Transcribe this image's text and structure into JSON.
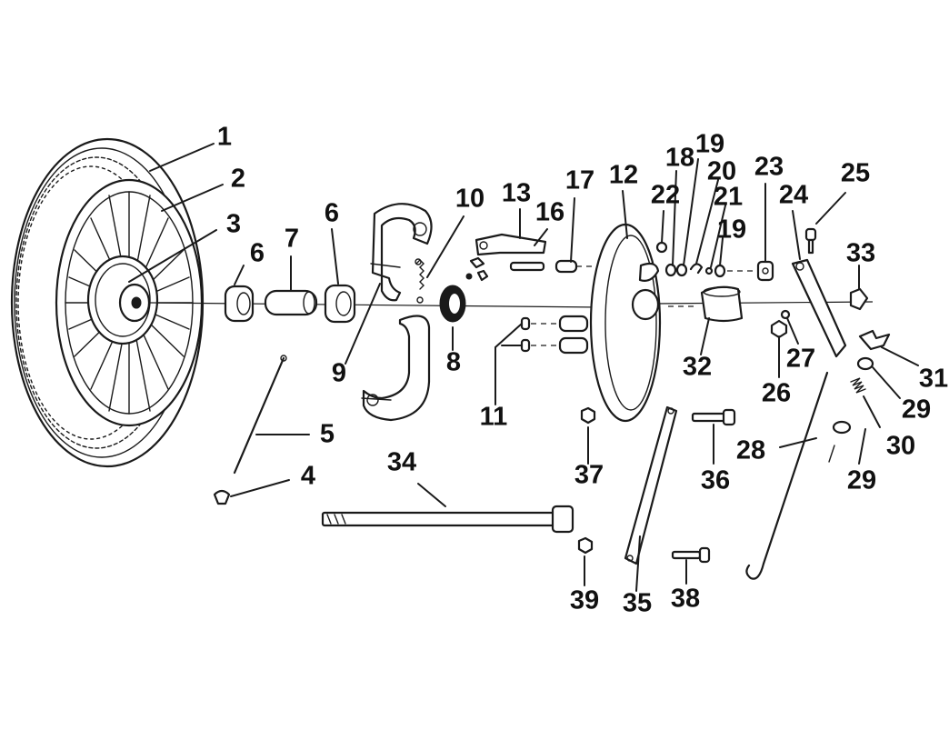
{
  "callouts": {
    "c1": "1",
    "c2": "2",
    "c3": "3",
    "c4": "4",
    "c5": "5",
    "c6a": "6",
    "c6b": "6",
    "c7": "7",
    "c8": "8",
    "c9": "9",
    "c10": "10",
    "c11": "11",
    "c12": "12",
    "c13": "13",
    "c16": "16",
    "c17": "17",
    "c18": "18",
    "c19a": "19",
    "c19b": "19",
    "c20": "20",
    "c21": "21",
    "c22": "22",
    "c23": "23",
    "c24": "24",
    "c25": "25",
    "c26": "26",
    "c27": "27",
    "c28": "28",
    "c29a": "29",
    "c29b": "29",
    "c30": "30",
    "c31": "31",
    "c32": "32",
    "c33": "33",
    "c34": "34",
    "c35": "35",
    "c36": "36",
    "c37": "37",
    "c38": "38",
    "c39": "39"
  }
}
